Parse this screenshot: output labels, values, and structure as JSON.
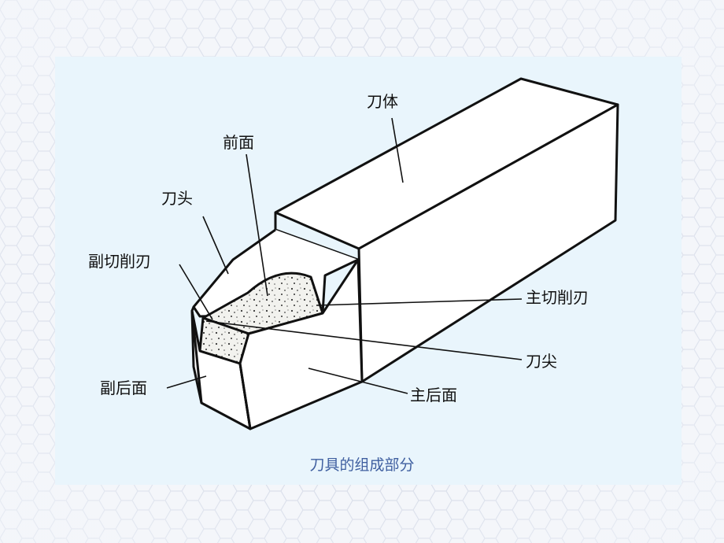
{
  "diagram": {
    "labels": {
      "body": "刀体",
      "rake_face": "前面",
      "head": "刀头",
      "minor_cutting_edge": "副切削刃",
      "major_cutting_edge": "主切削刃",
      "tool_tip": "刀尖",
      "minor_flank": "副后面",
      "major_flank": "主后面"
    },
    "caption": "刀具的组成部分"
  },
  "colors": {
    "panel": "#e9f5fc",
    "line": "#111111",
    "caption": "#3f5fa0"
  }
}
